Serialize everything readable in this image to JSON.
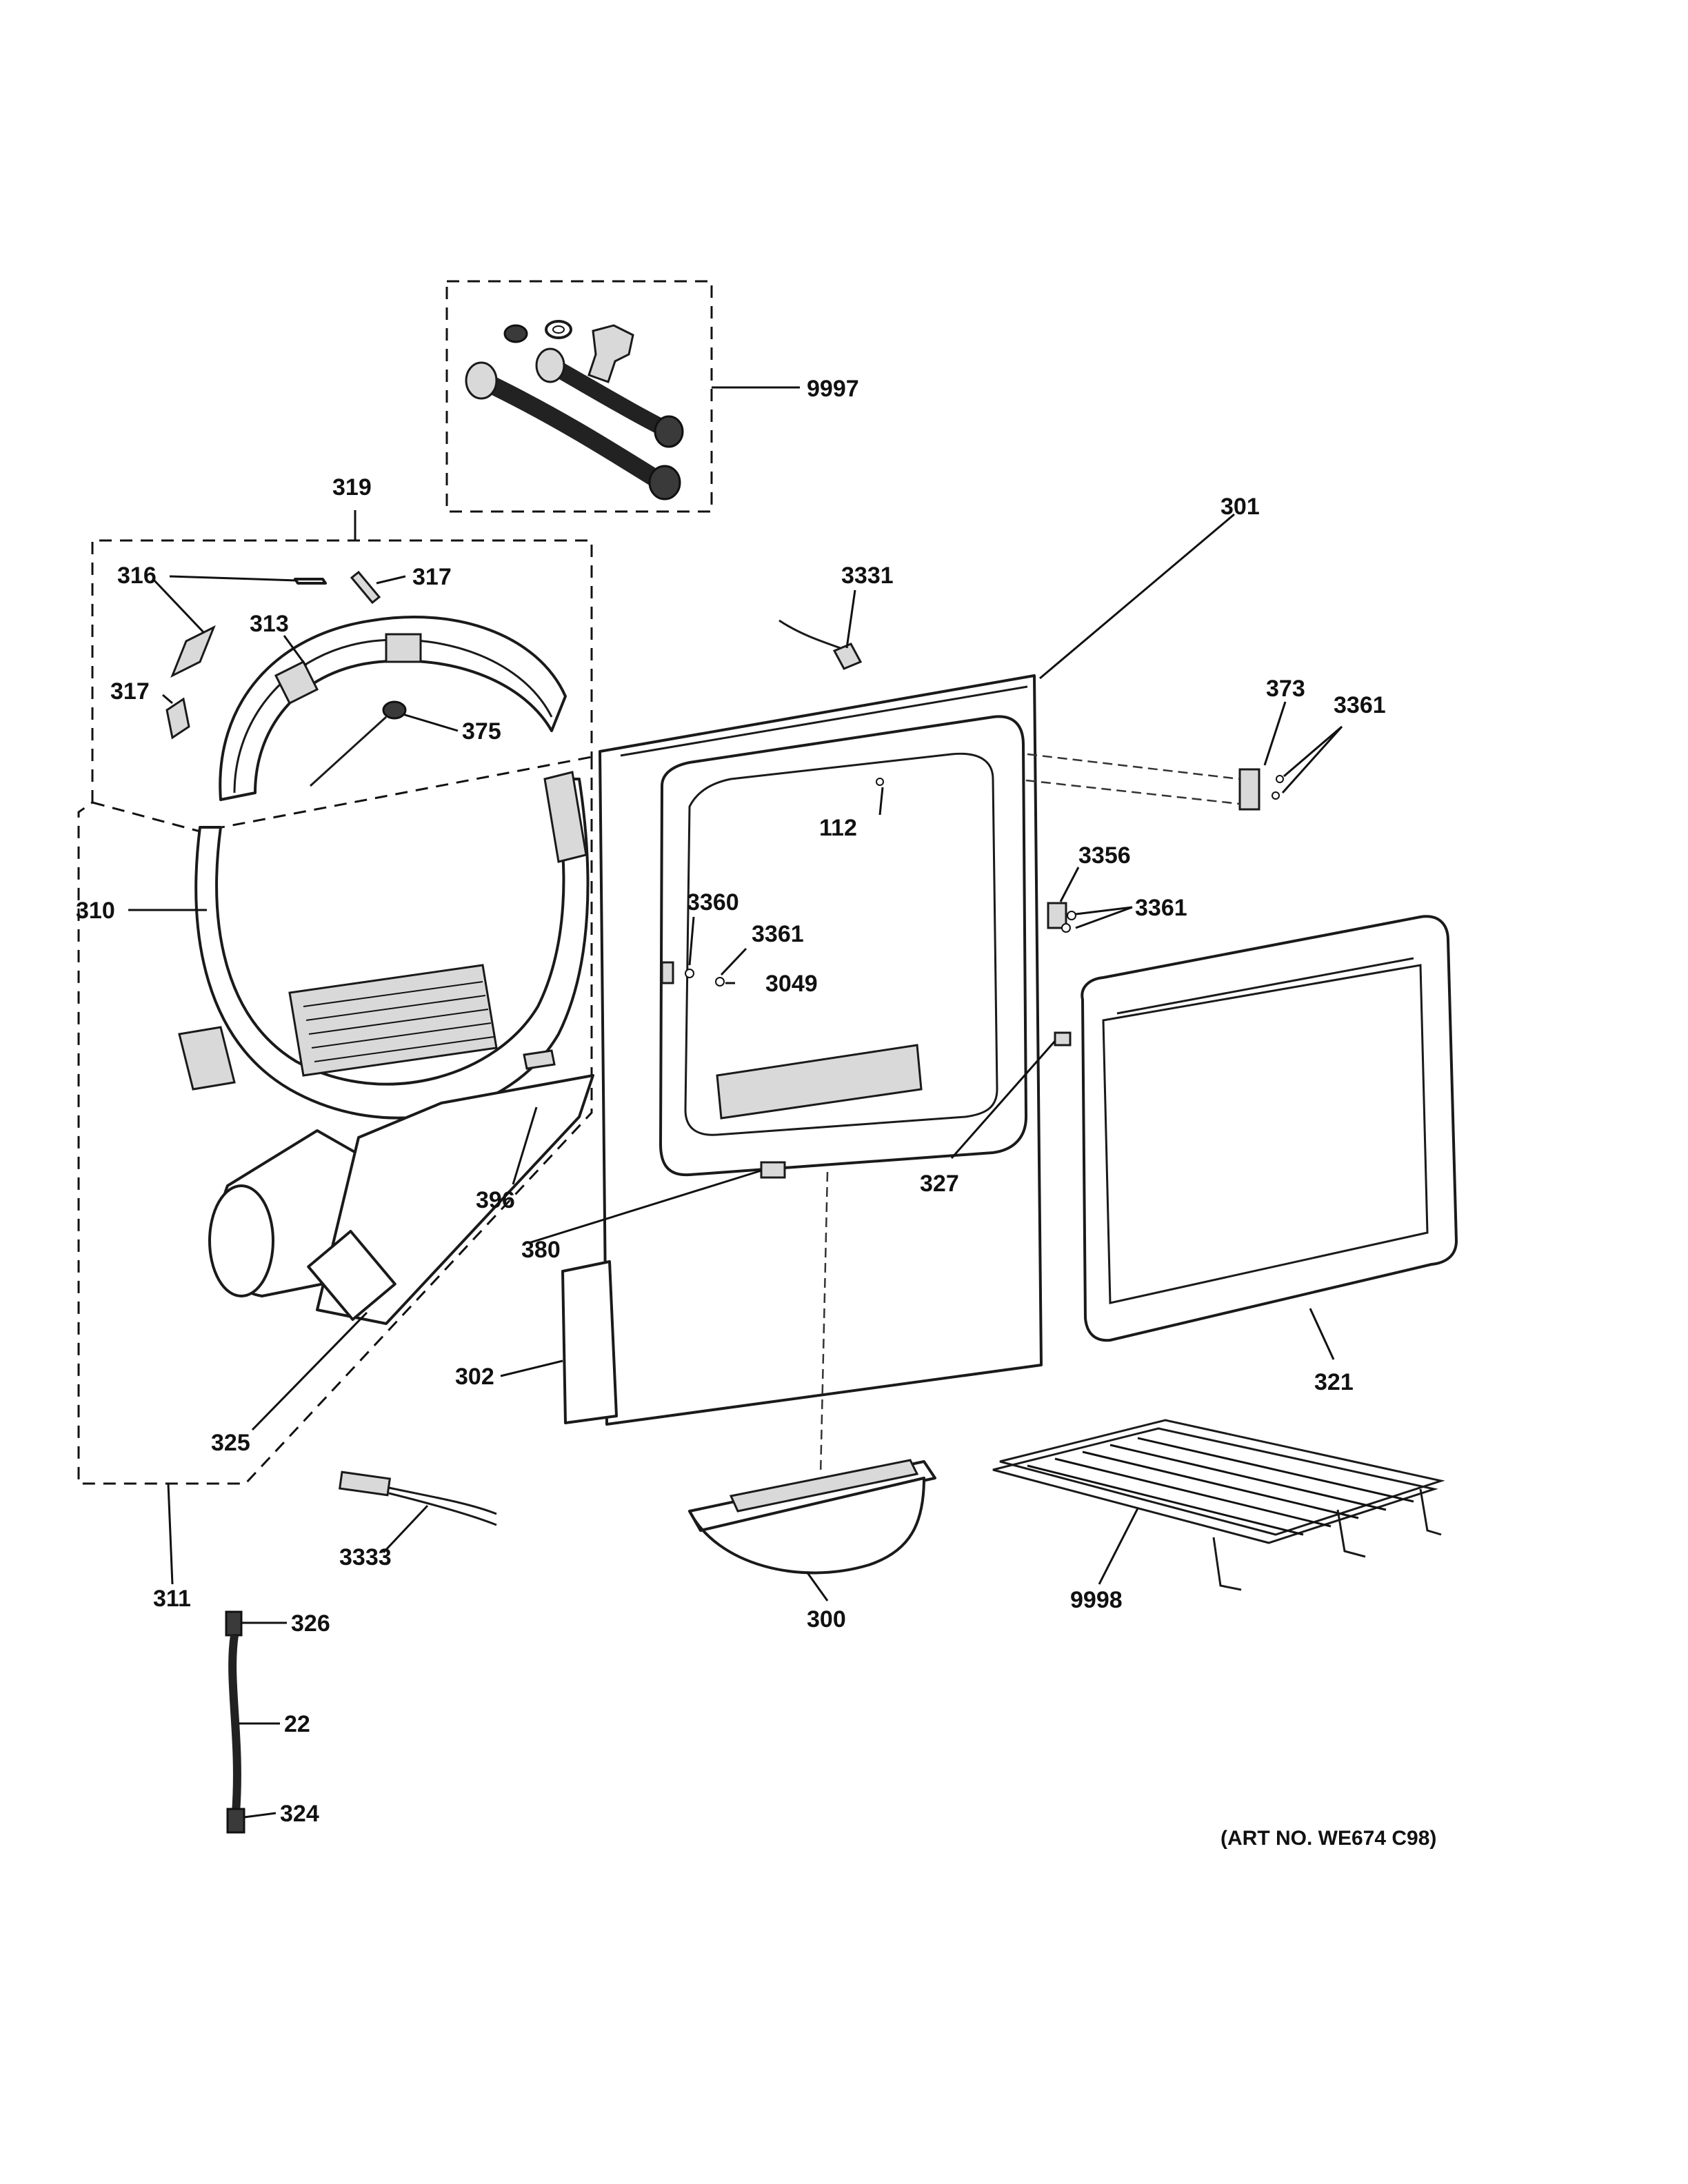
{
  "callouts": {
    "c9997": "9997",
    "c319": "319",
    "c316": "316",
    "c317a": "317",
    "c313": "313",
    "c317b": "317",
    "c375": "375",
    "c310": "310",
    "c396": "396",
    "c325": "325",
    "c311": "311",
    "c302": "302",
    "c380": "380",
    "c301": "301",
    "c3331": "3331",
    "c112": "112",
    "c3360": "3360",
    "c3361a": "3361",
    "c3049": "3049",
    "c373": "373",
    "c3361b": "3361",
    "c3356": "3356",
    "c3361c": "3361",
    "c327": "327",
    "c321": "321",
    "c3333": "3333",
    "c300": "300",
    "c9998": "9998",
    "c326": "326",
    "c22": "22",
    "c324": "324"
  },
  "art_number": "(ART NO. WE674 C98)"
}
